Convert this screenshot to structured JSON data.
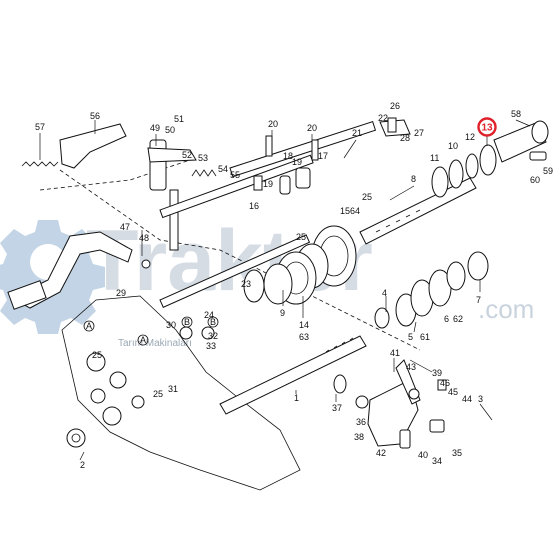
{
  "watermark": {
    "brand": "Trakter",
    "suffix": ".com",
    "sub": "Tarım Makinaları"
  },
  "highlight": {
    "label": "13",
    "color": "#e0202a"
  },
  "callouts": [
    {
      "id": "56",
      "t": "56"
    },
    {
      "id": "57",
      "t": "57"
    },
    {
      "id": "49",
      "t": "49"
    },
    {
      "id": "50",
      "t": "50"
    },
    {
      "id": "51",
      "t": "51"
    },
    {
      "id": "52",
      "t": "52"
    },
    {
      "id": "53",
      "t": "53"
    },
    {
      "id": "54",
      "t": "54"
    },
    {
      "id": "55",
      "t": "55"
    },
    {
      "id": "20a",
      "t": "20"
    },
    {
      "id": "20b",
      "t": "20"
    },
    {
      "id": "21",
      "t": "21"
    },
    {
      "id": "22",
      "t": "22"
    },
    {
      "id": "26",
      "t": "26"
    },
    {
      "id": "28",
      "t": "28"
    },
    {
      "id": "27",
      "t": "27"
    },
    {
      "id": "18",
      "t": "18"
    },
    {
      "id": "19a",
      "t": "19"
    },
    {
      "id": "17",
      "t": "17"
    },
    {
      "id": "19b",
      "t": "19"
    },
    {
      "id": "16",
      "t": "16"
    },
    {
      "id": "25a",
      "t": "25"
    },
    {
      "id": "25b",
      "t": "25"
    },
    {
      "id": "15",
      "t": "15"
    },
    {
      "id": "64",
      "t": "64"
    },
    {
      "id": "11",
      "t": "11"
    },
    {
      "id": "10",
      "t": "10"
    },
    {
      "id": "12",
      "t": "12"
    },
    {
      "id": "58",
      "t": "58"
    },
    {
      "id": "59",
      "t": "59"
    },
    {
      "id": "60",
      "t": "60"
    },
    {
      "id": "8",
      "t": "8"
    },
    {
      "id": "47",
      "t": "47"
    },
    {
      "id": "48",
      "t": "48"
    },
    {
      "id": "23",
      "t": "23"
    },
    {
      "id": "9",
      "t": "9"
    },
    {
      "id": "14",
      "t": "14"
    },
    {
      "id": "63",
      "t": "63"
    },
    {
      "id": "4",
      "t": "4"
    },
    {
      "id": "5",
      "t": "5"
    },
    {
      "id": "61",
      "t": "61"
    },
    {
      "id": "6",
      "t": "6"
    },
    {
      "id": "62",
      "t": "62"
    },
    {
      "id": "7",
      "t": "7"
    },
    {
      "id": "29",
      "t": "29"
    },
    {
      "id": "30",
      "t": "30"
    },
    {
      "id": "24",
      "t": "24"
    },
    {
      "id": "A1",
      "t": "A"
    },
    {
      "id": "A2",
      "t": "A"
    },
    {
      "id": "B1",
      "t": "B"
    },
    {
      "id": "B2",
      "t": "B"
    },
    {
      "id": "32",
      "t": "32"
    },
    {
      "id": "33",
      "t": "33"
    },
    {
      "id": "25c",
      "t": "25"
    },
    {
      "id": "25d",
      "t": "25"
    },
    {
      "id": "31",
      "t": "31"
    },
    {
      "id": "1",
      "t": "1"
    },
    {
      "id": "41",
      "t": "41"
    },
    {
      "id": "43",
      "t": "43"
    },
    {
      "id": "39",
      "t": "39"
    },
    {
      "id": "46",
      "t": "46"
    },
    {
      "id": "45",
      "t": "45"
    },
    {
      "id": "44",
      "t": "44"
    },
    {
      "id": "3",
      "t": "3"
    },
    {
      "id": "37",
      "t": "37"
    },
    {
      "id": "36",
      "t": "36"
    },
    {
      "id": "38",
      "t": "38"
    },
    {
      "id": "42",
      "t": "42"
    },
    {
      "id": "40",
      "t": "40"
    },
    {
      "id": "34",
      "t": "34"
    },
    {
      "id": "35",
      "t": "35"
    },
    {
      "id": "2",
      "t": "2"
    }
  ]
}
